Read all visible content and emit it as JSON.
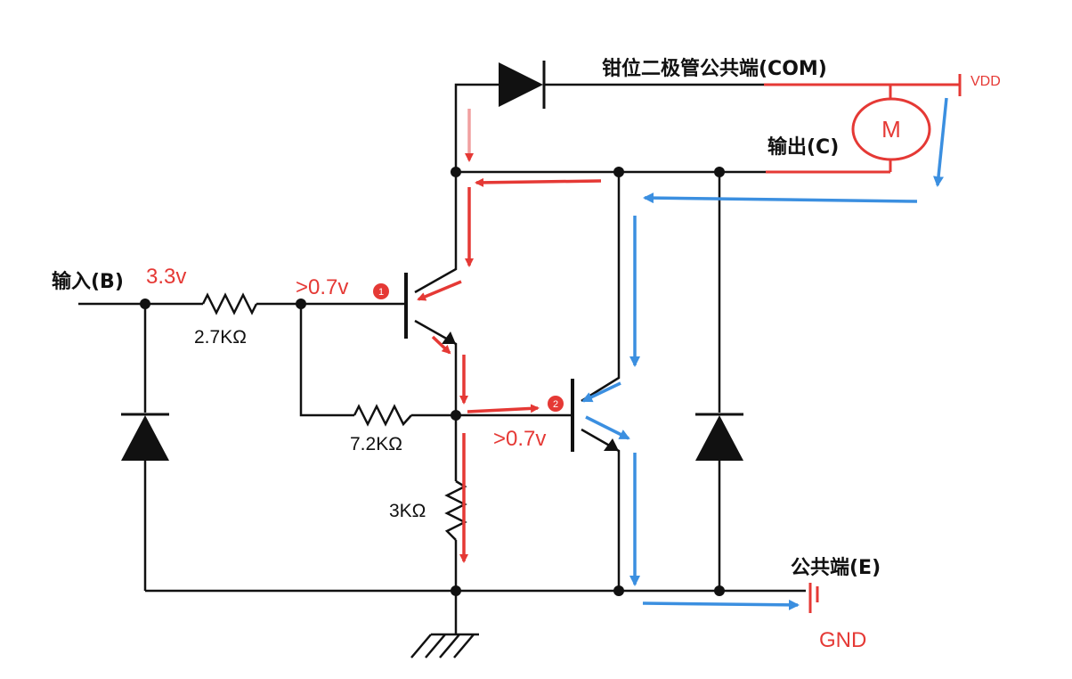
{
  "labels": {
    "clamp_com": "钳位二极管公共端(COM)",
    "output": "输出(C)",
    "input": "输入(B)",
    "common": "公共端(E)",
    "vdd": "VDD",
    "gnd": "GND",
    "motor": "M",
    "input_voltage": "3.3v",
    "vbe1": ">0.7v",
    "vbe2": ">0.7v",
    "r1": "2.7KΩ",
    "r2": "7.2KΩ",
    "r3": "3KΩ",
    "badge1": "1",
    "badge2": "2"
  },
  "colors": {
    "wire": "#111111",
    "red": "#e53935",
    "blue": "#3b8fe0"
  }
}
